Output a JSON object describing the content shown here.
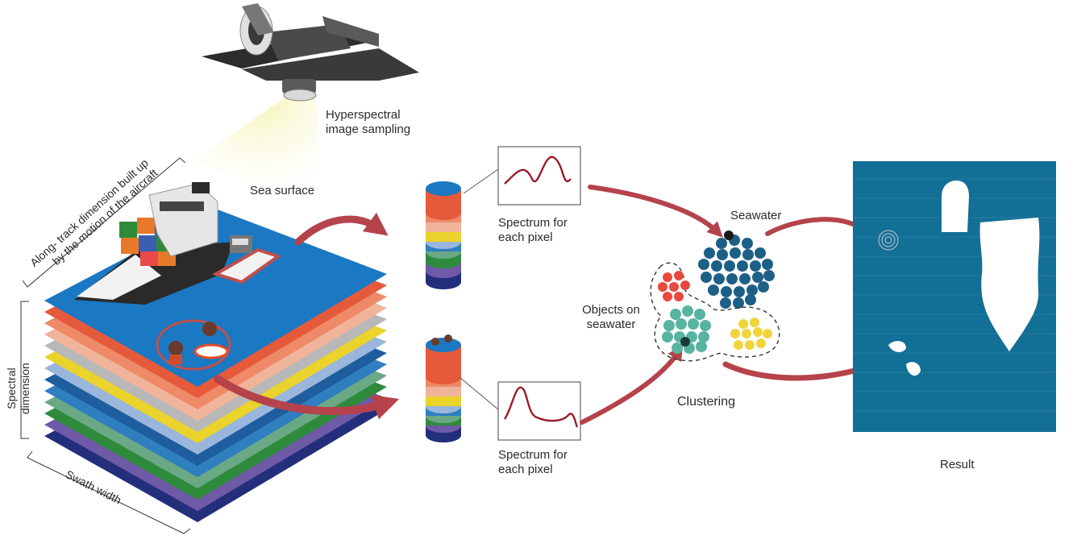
{
  "labels": {
    "hyperspectral_sampling": [
      "Hyperspectral",
      "image sampling"
    ],
    "sea_surface": "Sea surface",
    "along_track": [
      "Along- track dimension built up",
      "by the motion of the aircraft"
    ],
    "spectral_dimension": [
      "Spectral",
      "dimension"
    ],
    "swath_width": "Swath width",
    "spectrum_top": [
      "Spectrum for",
      "each pixel"
    ],
    "spectrum_bottom": [
      "Spectrum for",
      "each pixel"
    ],
    "seawater": "Seawater",
    "objects_on_seawater": [
      "Objects on",
      "seawater"
    ],
    "clustering": "Clustering",
    "result": "Result"
  },
  "colors": {
    "band_layers": [
      "#232f7a",
      "#6f5aa8",
      "#2e8b3c",
      "#6aa886",
      "#2f7ec0",
      "#9ab6dc",
      "#ead32a",
      "#f0b49a",
      "#e55a3a",
      "#1b78c2"
    ],
    "arrow": "#b5434c",
    "seawater_cluster": "#1e5f86",
    "object_cluster_red": "#e8493f",
    "object_cluster_teal": "#58b3a2",
    "object_cluster_yellow": "#f0d53a",
    "result_background": "#126f95",
    "spectrum_curve": "#9a1c2a"
  }
}
